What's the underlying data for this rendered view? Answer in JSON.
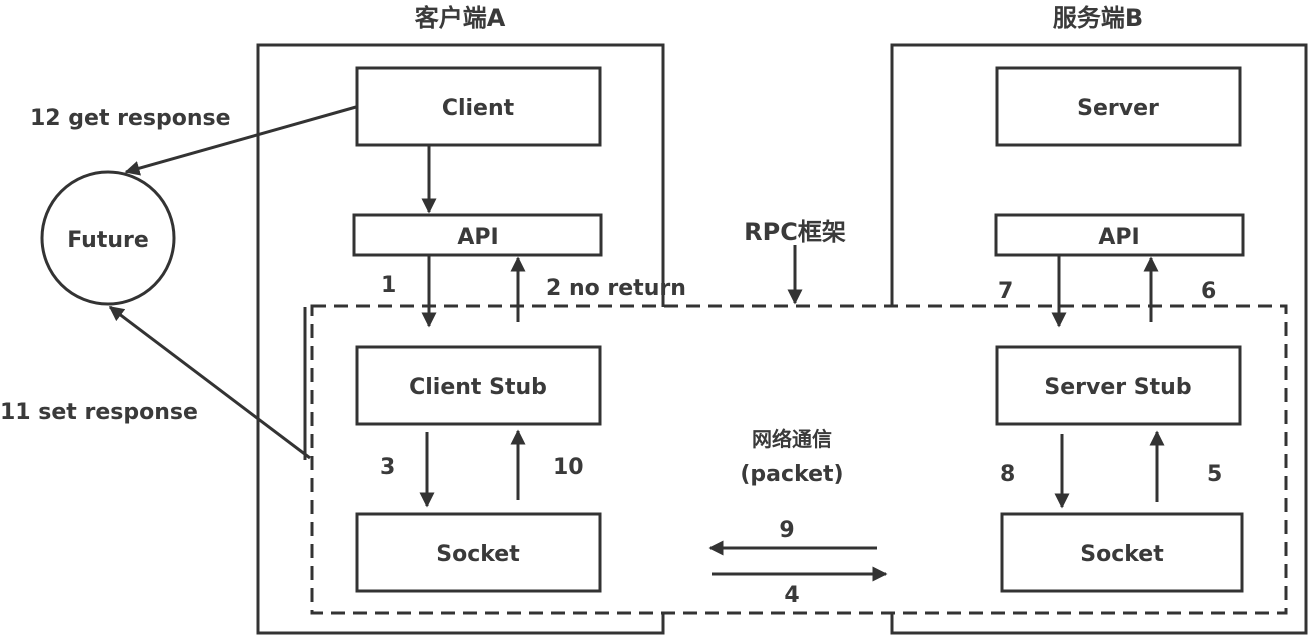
{
  "client_side": {
    "title": "客户端A",
    "client": "Client",
    "api": "API",
    "stub": "Client Stub",
    "socket": "Socket"
  },
  "server_side": {
    "title": "服务端B",
    "server": "Server",
    "api": "API",
    "stub": "Server Stub",
    "socket": "Socket"
  },
  "rpc_framework_label": "RPC框架",
  "network": {
    "line1": "网络通信",
    "line2": "(packet)"
  },
  "future": "Future",
  "steps": {
    "s1": "1",
    "s2": "2 no return",
    "s3": "3",
    "s4": "4",
    "s5": "5",
    "s6": "6",
    "s7": "7",
    "s8": "8",
    "s9": "9",
    "s10": "10",
    "s11": "11 set response",
    "s12": "12 get response"
  }
}
